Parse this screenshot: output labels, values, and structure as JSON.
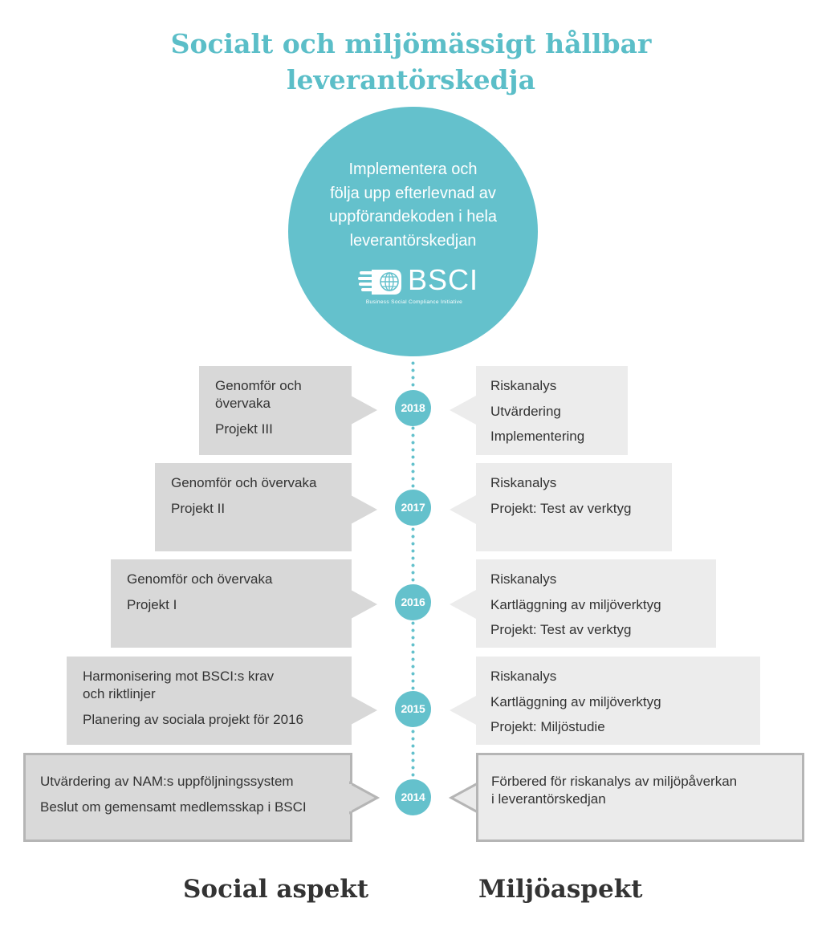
{
  "title": {
    "line1": "Socialt och miljömässigt hållbar",
    "line2": "leverantörskedja"
  },
  "circle": {
    "lines": [
      "Implementera och",
      "följa upp efterlevnad av",
      "uppförandekoden i hela",
      "leverantörskedjan"
    ],
    "logo_text": "BSCI",
    "logo_subtitle": "Business Social Compliance Initiative"
  },
  "colors": {
    "accent": "#64c1cc",
    "title": "#5bbec8",
    "social_box": "#d8d8d8",
    "env_box": "#ececec",
    "border_2014": "#b5b5b5",
    "text": "#333333"
  },
  "timeline": [
    {
      "year": "2018",
      "social": [
        "Genomför och\növervaka",
        "Projekt III"
      ],
      "environment": [
        "Riskanalys",
        "Utvärdering",
        "Implementering"
      ]
    },
    {
      "year": "2017",
      "social": [
        "Genomför och övervaka",
        "Projekt II"
      ],
      "environment": [
        "Riskanalys",
        "Projekt: Test av verktyg"
      ]
    },
    {
      "year": "2016",
      "social": [
        "Genomför och övervaka",
        "Projekt I"
      ],
      "environment": [
        "Riskanalys",
        "Kartläggning av miljöverktyg",
        "Projekt: Test av verktyg"
      ]
    },
    {
      "year": "2015",
      "social": [
        "Harmonisering mot BSCI:s krav\noch riktlinjer",
        "Planering av sociala projekt för 2016"
      ],
      "environment": [
        "Riskanalys",
        "Kartläggning av miljöverktyg",
        "Projekt: Miljöstudie"
      ]
    },
    {
      "year": "2014",
      "social": [
        "Utvärdering av NAM:s uppföljningssystem",
        "Beslut om gemensamt medlemsskap i BSCI"
      ],
      "environment": [
        "Förbered för riskanalys av miljöpåverkan\ni leverantörskedjan"
      ]
    }
  ],
  "footer": {
    "social_label": "Social aspekt",
    "environment_label": "Miljöaspekt"
  }
}
